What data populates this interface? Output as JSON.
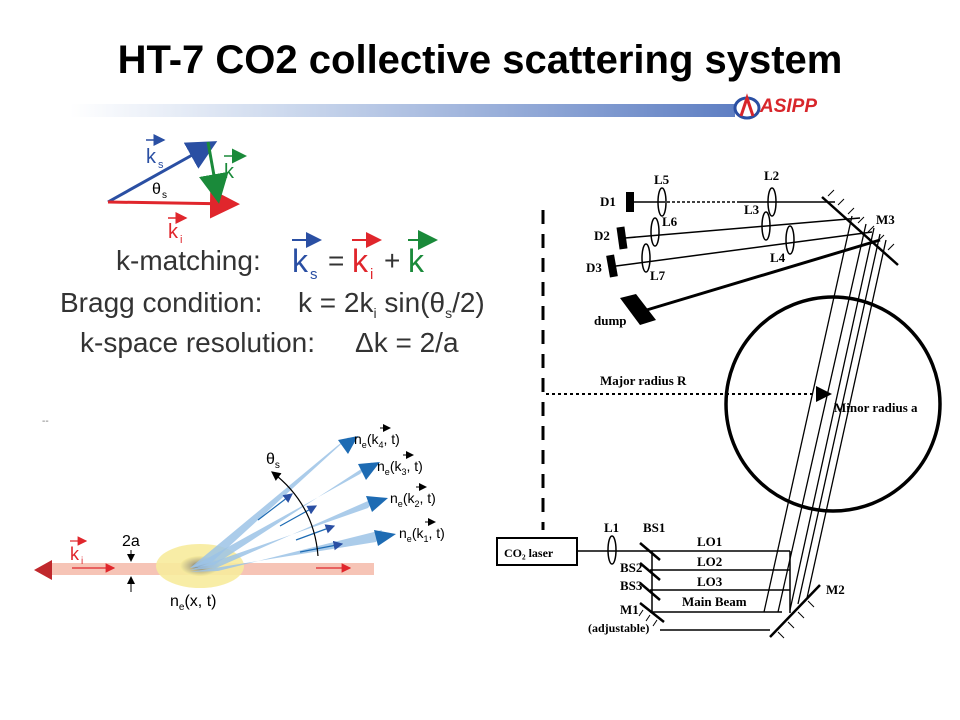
{
  "title": "HT-7 CO2 collective scattering system",
  "logo": {
    "text": "ASIPP",
    "icon": "asipp-logo-icon"
  },
  "vector_triangle": {
    "ks": "k",
    "ks_sub": "s",
    "k": "k",
    "ki": "k",
    "ki_sub": "i",
    "theta": "θ",
    "theta_sub": "s"
  },
  "equations": {
    "kmatch_label": "k-matching:",
    "kmatch_ks": "k",
    "kmatch_ks_sub": "s",
    "kmatch_eq": "=",
    "kmatch_ki": "k",
    "kmatch_ki_sub": "i",
    "kmatch_plus": "+",
    "kmatch_k": "k",
    "bragg_label": "Bragg condition:",
    "bragg_a": "k = 2k",
    "bragg_sub_i": "i",
    "bragg_b": " sin(θ",
    "bragg_sub_s": "s",
    "bragg_c": "/2)",
    "res_label": "k-space resolution:",
    "res_expr": "Δk = 2/a"
  },
  "scatter": {
    "mark": "--",
    "ki": "k",
    "ki_sub": "i",
    "width": "2a",
    "theta": "θ",
    "theta_sub": "s",
    "ne_x": "n",
    "ne_x_sub": "e",
    "ne_x_rest": "(x, t)",
    "beams": [
      {
        "n": "n",
        "sub": "e",
        "k": "(k",
        "ksub": "4",
        "rest": ", t)"
      },
      {
        "n": "n",
        "sub": "e",
        "k": "(k",
        "ksub": "3",
        "rest": ", t)"
      },
      {
        "n": "n",
        "sub": "e",
        "k": "(k",
        "ksub": "2",
        "rest": ", t)"
      },
      {
        "n": "n",
        "sub": "e",
        "k": "(k",
        "ksub": "1",
        "rest": ", t)"
      }
    ]
  },
  "optics": {
    "D1": "D1",
    "D2": "D2",
    "D3": "D3",
    "L1": "L1",
    "L2": "L2",
    "L3": "L3",
    "L4": "L4",
    "L5": "L5",
    "L6": "L6",
    "L7": "L7",
    "M1": "M1",
    "M1_note": "(adjustable)",
    "M2": "M2",
    "M3": "M3",
    "BS1": "BS1",
    "BS2": "BS2",
    "BS3": "BS3",
    "LO1": "LO1",
    "LO2": "LO2",
    "LO3": "LO3",
    "main_beam": "Main Beam",
    "laser": "CO₂ laser",
    "dump": "dump",
    "major_radius": "Major radius R",
    "minor_radius": "Minor radius a"
  },
  "colors": {
    "blue_vec": "#2a4fa3",
    "green_vec": "#1a8a3a",
    "red_vec": "#e0262c",
    "beam_blue": "#9cc3e6",
    "beam_pink": "#f6c4b6",
    "spot_yellow": "#f7eb9c",
    "bar_blue": "#5f7fc3"
  }
}
